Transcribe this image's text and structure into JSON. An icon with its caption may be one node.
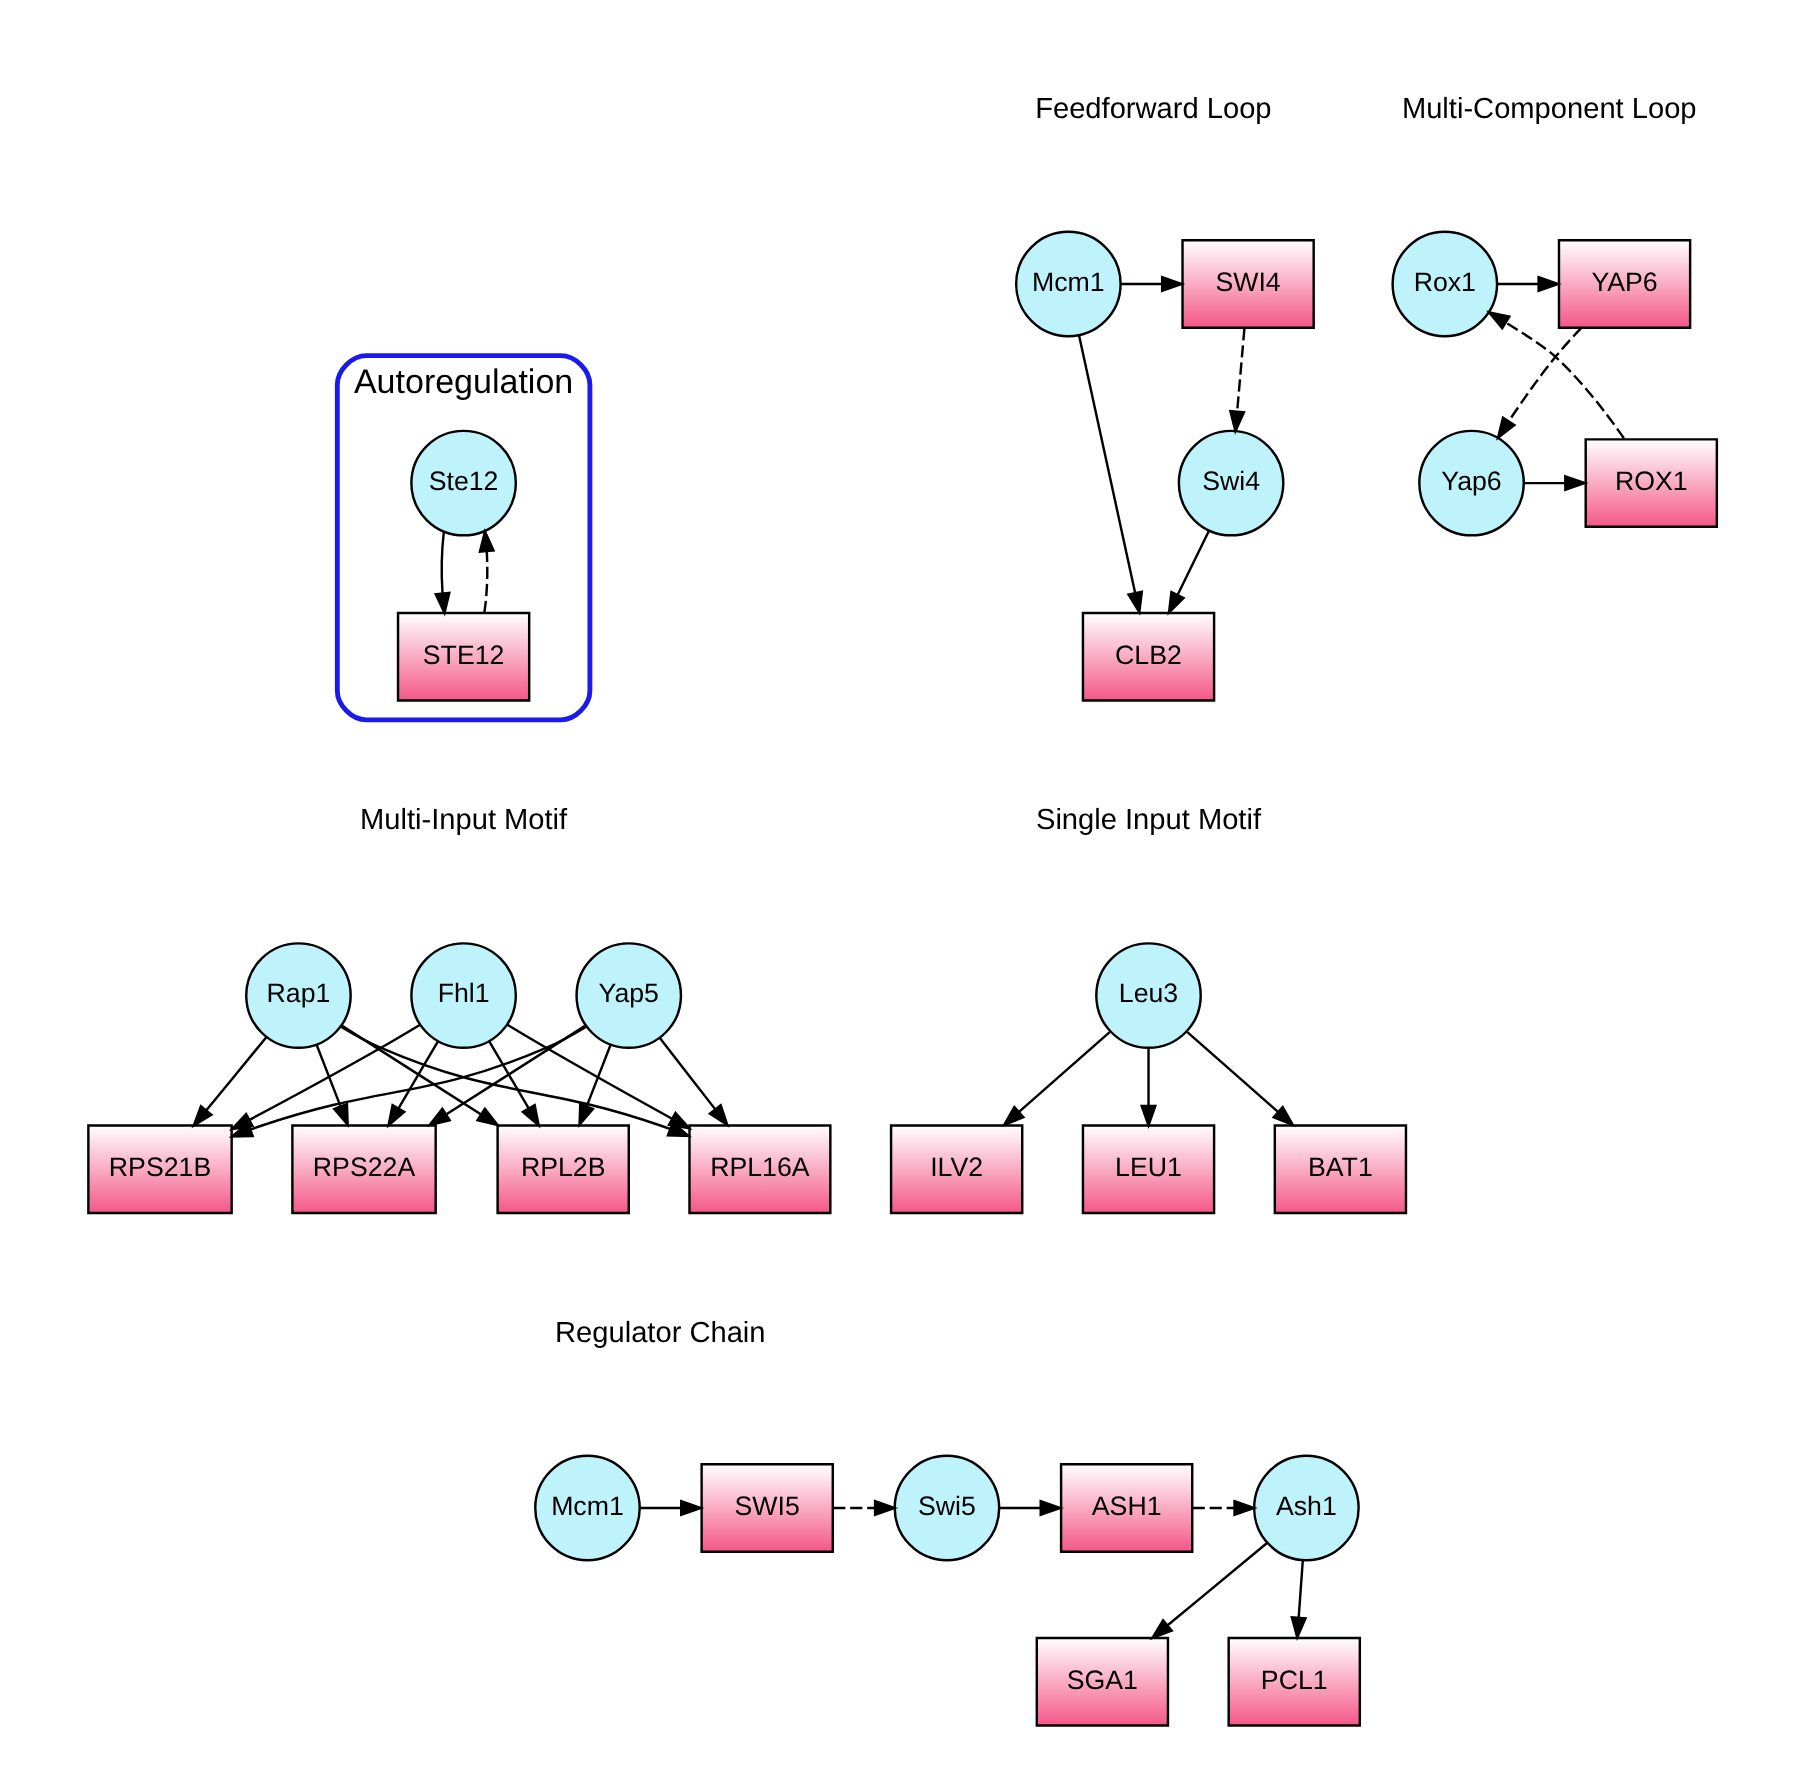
{
  "diagram": {
    "nodes": [
      {
        "text": [
          "Autoregulation"
        ]
      },
      {
        "text": [
          "Ste12"
        ],
        "in": 0
      },
      {
        "text": [
          "STE12"
        ],
        "in": 0
      },
      {
        "text": [
          "Rox1"
        ]
      },
      {
        "text": [
          "YAP6"
        ]
      },
      {
        "text": [
          "ROX1"
        ]
      },
      {
        "text": [
          "Yap6"
        ]
      },
      {
        "text": [
          "Mcm1"
        ]
      },
      {
        "text": [
          "SWI4"
        ]
      },
      {
        "text": [
          "Swi4"
        ]
      },
      {
        "text": [
          "CLB2"
        ]
      },
      {
        "text": [
          "Leu3"
        ]
      },
      {
        "text": [
          "LEU1"
        ]
      },
      {
        "text": [
          "BAT1"
        ]
      },
      {
        "text": [
          "ILV2"
        ]
      },
      {
        "text": [
          "Fhl1"
        ]
      },
      {
        "text": [
          "Rap1"
        ]
      },
      {
        "text": [
          "Yap5"
        ]
      },
      {
        "text": [
          "RPL2B"
        ]
      },
      {
        "text": [
          "RPL16A"
        ]
      },
      {
        "text": [
          "RPS21B"
        ]
      },
      {
        "text": [
          "RPS22A"
        ]
      },
      {
        "text": [
          "Mcm1"
        ]
      },
      {
        "text": [
          "SWI5"
        ]
      },
      {
        "text": [
          "Swi5"
        ]
      },
      {
        "text": [
          "ASH1"
        ]
      },
      {
        "text": [
          "Ash1"
        ]
      },
      {
        "text": [
          "SGA1"
        ]
      },
      {
        "text": [
          "PCL1"
        ]
      }
    ],
    "edges": [
      {
        "from": 2,
        "to": 1,
        "arrow": "to",
        "style": "dashed"
      },
      {
        "from": 1,
        "to": 2,
        "arrow": "to"
      },
      {
        "from": 3,
        "to": 4,
        "arrow": "to"
      },
      {
        "from": 4,
        "to": 6,
        "arrow": "to",
        "style": "dashed"
      },
      {
        "from": 6,
        "to": 5,
        "arrow": "to"
      },
      {
        "from": 5,
        "to": 3,
        "arrow": "to",
        "style": "dashed"
      },
      {
        "from": 7,
        "to": 8,
        "arrow": "to"
      },
      {
        "from": 8,
        "to": 9,
        "arrow": "to",
        "style": "dashed"
      },
      {
        "from": 9,
        "to": 10,
        "arrow": "to"
      },
      {
        "from": 7,
        "to": 10,
        "arrow": "to"
      },
      {
        "from": 11,
        "to": 12,
        "arrow": "to"
      },
      {
        "from": 11,
        "to": 13,
        "arrow": "to"
      },
      {
        "from": 11,
        "to": 14,
        "arrow": "to"
      },
      {
        "from": 15,
        "to": 18,
        "arrow": "to"
      },
      {
        "from": 15,
        "to": 19,
        "arrow": "to"
      },
      {
        "from": 15,
        "to": 20,
        "arrow": "to"
      },
      {
        "from": 15,
        "to": 21,
        "arrow": "to"
      },
      {
        "from": 16,
        "to": 18,
        "arrow": "to"
      },
      {
        "from": 16,
        "to": 19,
        "arrow": "to"
      },
      {
        "from": 16,
        "to": 20,
        "arrow": "to"
      },
      {
        "from": 16,
        "to": 21,
        "arrow": "to"
      },
      {
        "from": 17,
        "to": 18,
        "arrow": "to"
      },
      {
        "from": 17,
        "to": 19,
        "arrow": "to"
      },
      {
        "from": 17,
        "to": 20,
        "arrow": "to"
      },
      {
        "from": 17,
        "to": 21,
        "arrow": "to"
      },
      {
        "from": 22,
        "to": 23,
        "arrow": "to"
      },
      {
        "from": 23,
        "to": 24,
        "arrow": "to",
        "style": "dashed"
      },
      {
        "from": 24,
        "to": 25,
        "arrow": "to"
      },
      {
        "from": 25,
        "to": 26,
        "arrow": "to",
        "style": "dashed"
      },
      {
        "from": 26,
        "to": 27,
        "arrow": "to"
      },
      {
        "from": 26,
        "to": 28,
        "arrow": "to"
      }
    ],
    "labels": [
      "Multi-Component Loop",
      "Feedforward Loop",
      "Single Input Motif",
      "Multi-Input Motif",
      "Regulator Chain"
    ]
  }
}
